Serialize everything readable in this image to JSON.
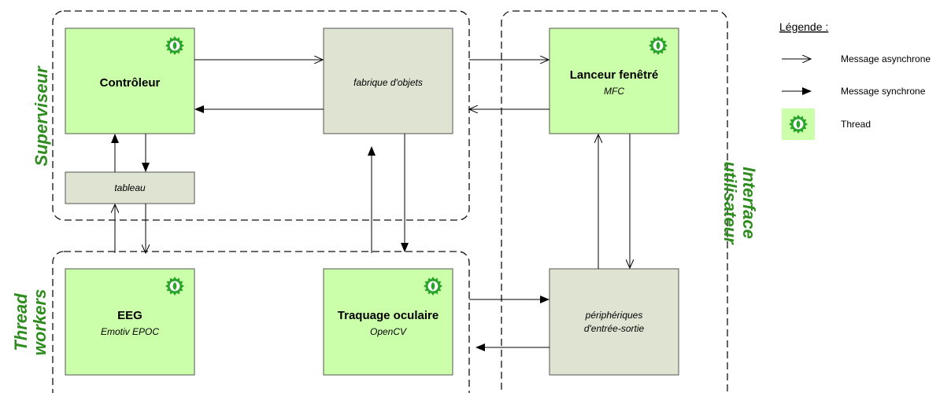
{
  "groups": {
    "supervisor": "Superviseur",
    "workers_line1": "Thread",
    "workers_line2": "workers",
    "ui_line1": "Interface",
    "ui_line2": "utilisateur"
  },
  "nodes": {
    "controleur": {
      "title": "Contrôleur"
    },
    "fabrique": {
      "title": "fabrique d'objets"
    },
    "tableau": {
      "title": "tableau"
    },
    "lanceur": {
      "title": "Lanceur fenêtré",
      "subtitle": "MFC"
    },
    "eeg": {
      "title": "EEG",
      "subtitle": "Emotiv EPOC"
    },
    "traquage": {
      "title": "Traquage oculaire",
      "subtitle": "OpenCV"
    },
    "peripheriques": {
      "line1": "périphériques",
      "line2": "d'entrée-sortie"
    }
  },
  "legend": {
    "title": "Légende :",
    "async": "Message asynchrone",
    "sync": "Message synchrone",
    "thread": "Thread"
  },
  "icons": {
    "thread": "gear-leaf-icon"
  },
  "colors": {
    "thread_box": "#ccffaa",
    "passive_box": "#dfe3d2",
    "group_label": "#2e8b1e",
    "icon": "#2aa52a"
  }
}
